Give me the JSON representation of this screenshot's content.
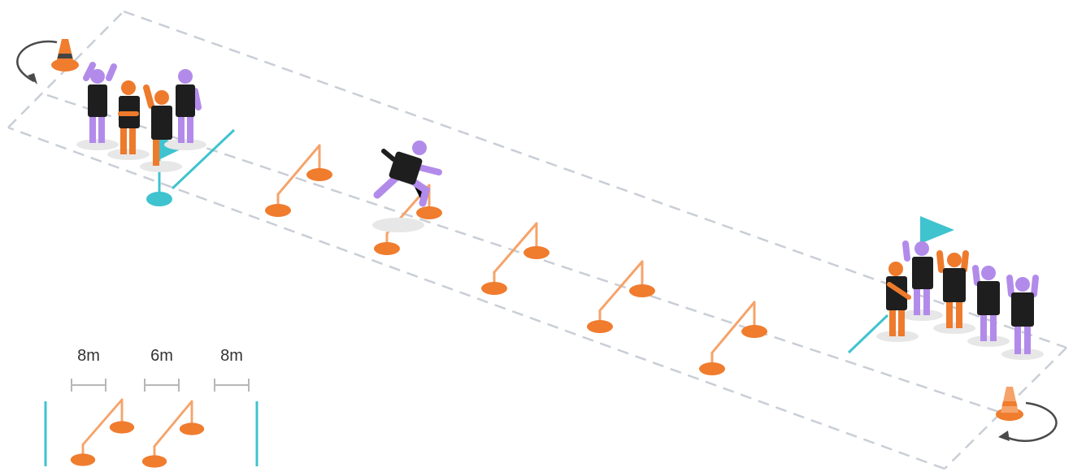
{
  "legend": {
    "spacings": [
      "8m",
      "6m",
      "8m"
    ]
  },
  "colors": {
    "orange": "#F07C2E",
    "orange_light": "#F5A36A",
    "purple": "#B28BEA",
    "black": "#1E1E1E",
    "skin_orange": "#EE7A2C",
    "cyan": "#3FC3CF",
    "dash": "#C9CED6",
    "shadow": "#E7E7E7",
    "cone_gray": "#444444",
    "dim_gray": "#B7B7B7"
  },
  "icons": {
    "start_rotation": "counterclockwise-rotate-arrow-icon",
    "end_rotation": "clockwise-rotate-arrow-icon",
    "cone": "traffic-cone-icon",
    "flag": "flag-icon",
    "hurdle": "hurdle-icon",
    "player": "player-icon"
  }
}
